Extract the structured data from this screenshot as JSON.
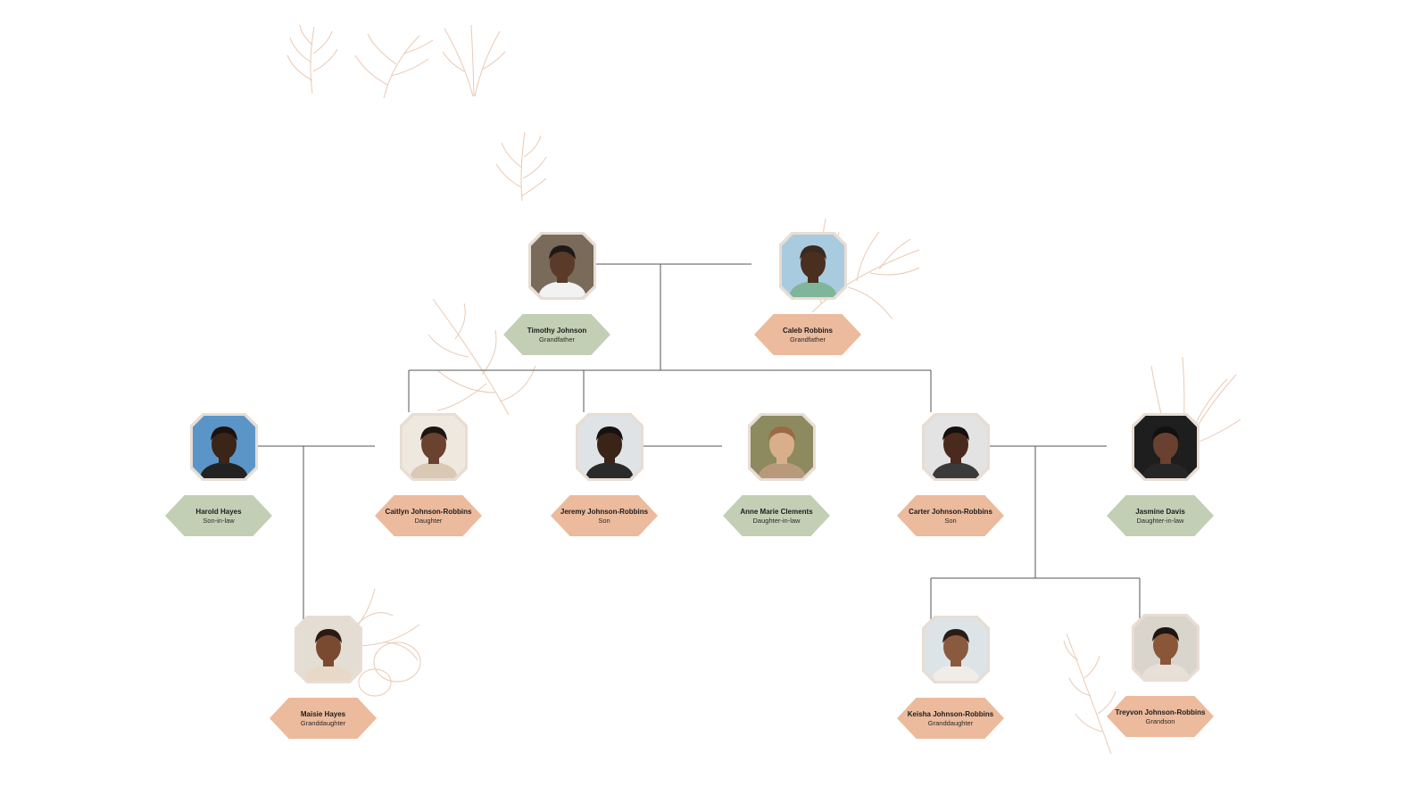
{
  "colors": {
    "green_tag": "#c3cfb4",
    "peach_tag": "#ecba9c",
    "connector": "#555555",
    "botanical": "#e7c4ad"
  },
  "people": [
    {
      "id": "timothy",
      "name": "Timothy Johnson",
      "role": "Grandfather",
      "tag": "green",
      "photo_bg": "#7a6a5a",
      "skin": "#5a3a28",
      "shirt": "#f2f2f2",
      "hair": "#1f1a18"
    },
    {
      "id": "caleb",
      "name": "Caleb Robbins",
      "role": "Grandfather",
      "tag": "peach",
      "photo_bg": "#a9cbe0",
      "skin": "#4a2e20",
      "shirt": "#7fb59a",
      "hair": "#3a2a20"
    },
    {
      "id": "harold",
      "name": "Harold Hayes",
      "role": "Son-in-law",
      "tag": "green",
      "photo_bg": "#5b95c8",
      "skin": "#3b2418",
      "shirt": "#222222",
      "hair": "#1a1210"
    },
    {
      "id": "caitlyn",
      "name": "Caitlyn Johnson-Robbins",
      "role": "Daughter",
      "tag": "peach",
      "photo_bg": "#efe8df",
      "skin": "#6a4230",
      "shirt": "#d9c8b4",
      "hair": "#1c1612"
    },
    {
      "id": "jeremy",
      "name": "Jeremy Johnson-Robbins",
      "role": "Son",
      "tag": "peach",
      "photo_bg": "#dfe3e6",
      "skin": "#3a2418",
      "shirt": "#2a2a2a",
      "hair": "#161210"
    },
    {
      "id": "anne",
      "name": "Anne Marie Clements",
      "role": "Daughter-in-law",
      "tag": "green",
      "photo_bg": "#8c8a5e",
      "skin": "#d9ae8a",
      "shirt": "#b89a7a",
      "hair": "#9a6a45"
    },
    {
      "id": "carter",
      "name": "Carter Johnson-Robbins",
      "role": "Son",
      "tag": "peach",
      "photo_bg": "#e3e3e3",
      "skin": "#4a2a1c",
      "shirt": "#3a3a3a",
      "hair": "#161010"
    },
    {
      "id": "jasmine",
      "name": "Jasmine Davis",
      "role": "Daughter-in-law",
      "tag": "green",
      "photo_bg": "#1e1e1e",
      "skin": "#6a4030",
      "shirt": "#262626",
      "hair": "#121010"
    },
    {
      "id": "maisie",
      "name": "Maisie Hayes",
      "role": "Granddaughter",
      "tag": "peach",
      "photo_bg": "#e4ddd4",
      "skin": "#7a4a30",
      "shirt": "#e8d8c8",
      "hair": "#2a1a12"
    },
    {
      "id": "keisha",
      "name": "Keisha Johnson-Robbins",
      "role": "Granddaughter",
      "tag": "peach",
      "photo_bg": "#dde4e8",
      "skin": "#8a5a3e",
      "shirt": "#f0ece8",
      "hair": "#2a1c14"
    },
    {
      "id": "treyvon",
      "name": "Treyvon Johnson-Robbins",
      "role": "Grandson",
      "tag": "peach",
      "photo_bg": "#d9d4cc",
      "skin": "#8a5638",
      "shirt": "#e6e0d8",
      "hair": "#1e1410"
    }
  ]
}
